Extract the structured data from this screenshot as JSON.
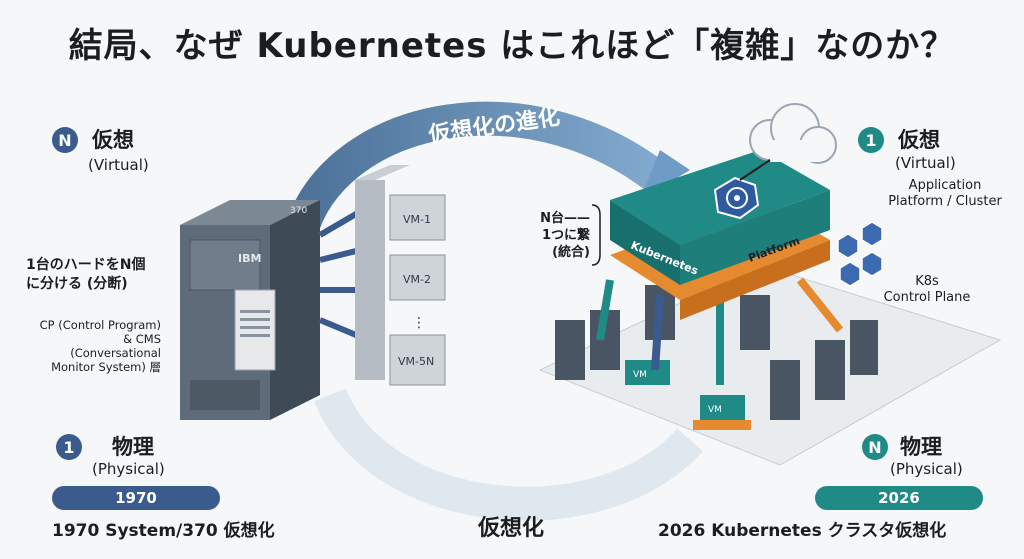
{
  "title": "結局、なぜ Kubernetes はこれほど「複雑」なのか？",
  "left": {
    "top_badge": "N",
    "top_heading": "仮想",
    "top_sub": "(Virtual)",
    "desc_line1": "1台のハードをN個",
    "desc_line2": "に分ける (分断)",
    "cp_line1": "CP (Control Program)",
    "cp_line2": "& CMS",
    "cp_line3": "(Conversational",
    "cp_line4": "Monitor System) 層",
    "bottom_badge": "1",
    "bottom_heading": "物理",
    "bottom_sub": "(Physical)",
    "year": "1970",
    "caption": "1970 System/370 仮想化",
    "mainframe_brand": "IBM",
    "mainframe_model": "370",
    "vms": [
      "VM-1",
      "VM-2",
      "VM-5N"
    ],
    "vm_dots": "⋮"
  },
  "center": {
    "arc_top_label": "仮想化の進化",
    "arc_bottom_label": "仮想化",
    "bracket_line1": "N台——",
    "bracket_line2": "1つに繋",
    "bracket_line3": "(統合)"
  },
  "right": {
    "top_badge": "1",
    "top_heading": "仮想",
    "top_sub": "(Virtual)",
    "app_line1": "Application",
    "app_line2": "Platform / Cluster",
    "k8s_line1": "K8s",
    "k8s_line2": "Control Plane",
    "platform_label1": "Kubernetes",
    "platform_label2": "Platform",
    "vm_chip": "VM",
    "bottom_badge": "N",
    "bottom_heading": "物理",
    "bottom_sub": "(Physical)",
    "year": "2026",
    "caption": "2026 Kubernetes クラスタ仮想化"
  },
  "colors": {
    "navy": "#3b5b8e",
    "teal": "#1f8a86",
    "orange": "#e58a2e",
    "arc": "#3f6f9e"
  }
}
